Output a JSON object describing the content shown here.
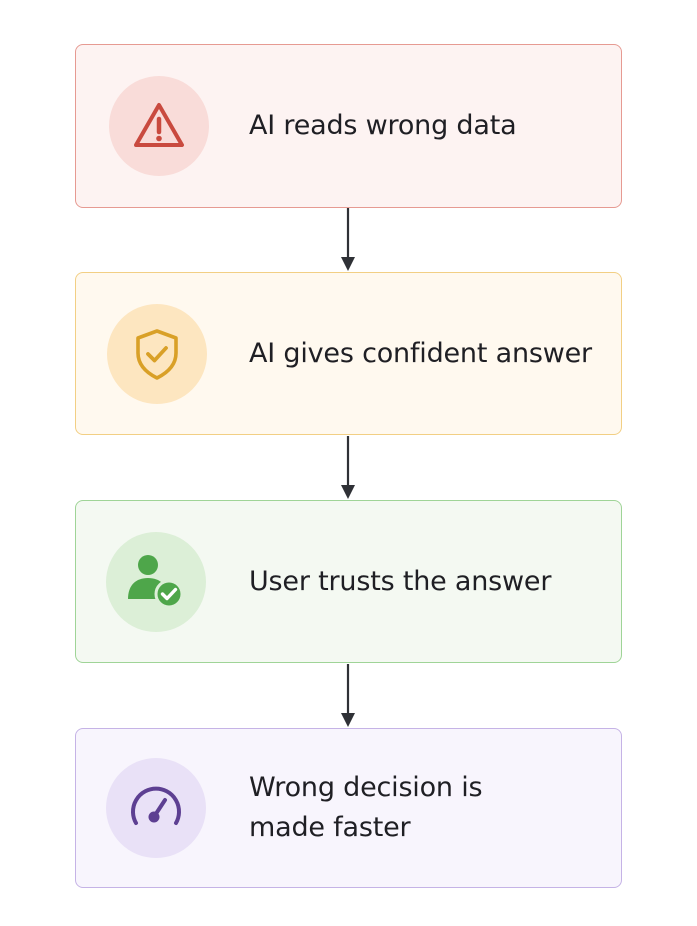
{
  "steps": [
    {
      "label": "AI reads wrong data",
      "icon": "warning-triangle-icon",
      "color": "#c94a3f"
    },
    {
      "label": "AI gives confident answer",
      "icon": "shield-check-icon",
      "color": "#d9a027"
    },
    {
      "label": "User trusts the answer",
      "icon": "user-check-icon",
      "color": "#4ea64a"
    },
    {
      "label": "Wrong decision is\nmade faster",
      "icon": "speedometer-icon",
      "color": "#5d3f92"
    }
  ],
  "connector_color": "#2f3136"
}
